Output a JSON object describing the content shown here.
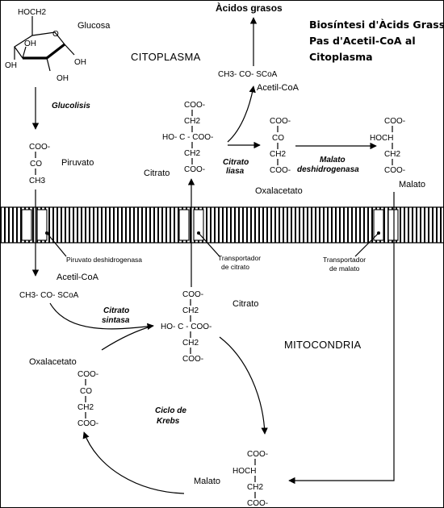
{
  "title": {
    "line1": "Biosíntesi d'Àcids Grassos",
    "line2": "Pas d'Acetil-CoA al",
    "line3": "Citoplasma"
  },
  "regions": {
    "cytoplasm": "CITOPLASMA",
    "mitochondria": "MITOCONDRIA"
  },
  "glucose": {
    "ch2oh": "HOCH2",
    "oh": "OH",
    "name": "Glucosa"
  },
  "processes": {
    "glycolysis": "Glucolisis",
    "citrate_lyase_1": "Citrato",
    "citrate_lyase_2": "liasa",
    "malate_dh_1": "Malato",
    "malate_dh_2": "deshidrogenasa",
    "citrate_synthase_1": "Citrato",
    "citrate_synthase_2": "sintasa",
    "krebs_1": "Ciclo de",
    "krebs_2": "Krebs"
  },
  "fatty_acids": "Àcidos grasos",
  "acetyl_coa_formula": "CH3- CO- SCoA",
  "acetyl_coa_name": "Acetil-CoA",
  "pyruvate": {
    "coo": "COO-",
    "co": "CO",
    "ch3": "CH3",
    "name": "Piruvato"
  },
  "citrate": {
    "coo": "COO-",
    "ch2": "CH2",
    "center": "HO- C - COO-",
    "name": "Citrato"
  },
  "oxaloacetate": {
    "coo": "COO-",
    "co": "CO",
    "ch2": "CH2",
    "name": "Oxalacetato"
  },
  "malate": {
    "coo": "COO-",
    "hoch": "HOCH",
    "ch2": "CH2",
    "name": "Malato"
  },
  "transporters": {
    "pyruvate_dh": "Piruvato deshidrogenasa",
    "citrate_1": "Transportador",
    "citrate_2": "de citrato",
    "malate_1": "Transportador",
    "malate_2": "de malato"
  }
}
